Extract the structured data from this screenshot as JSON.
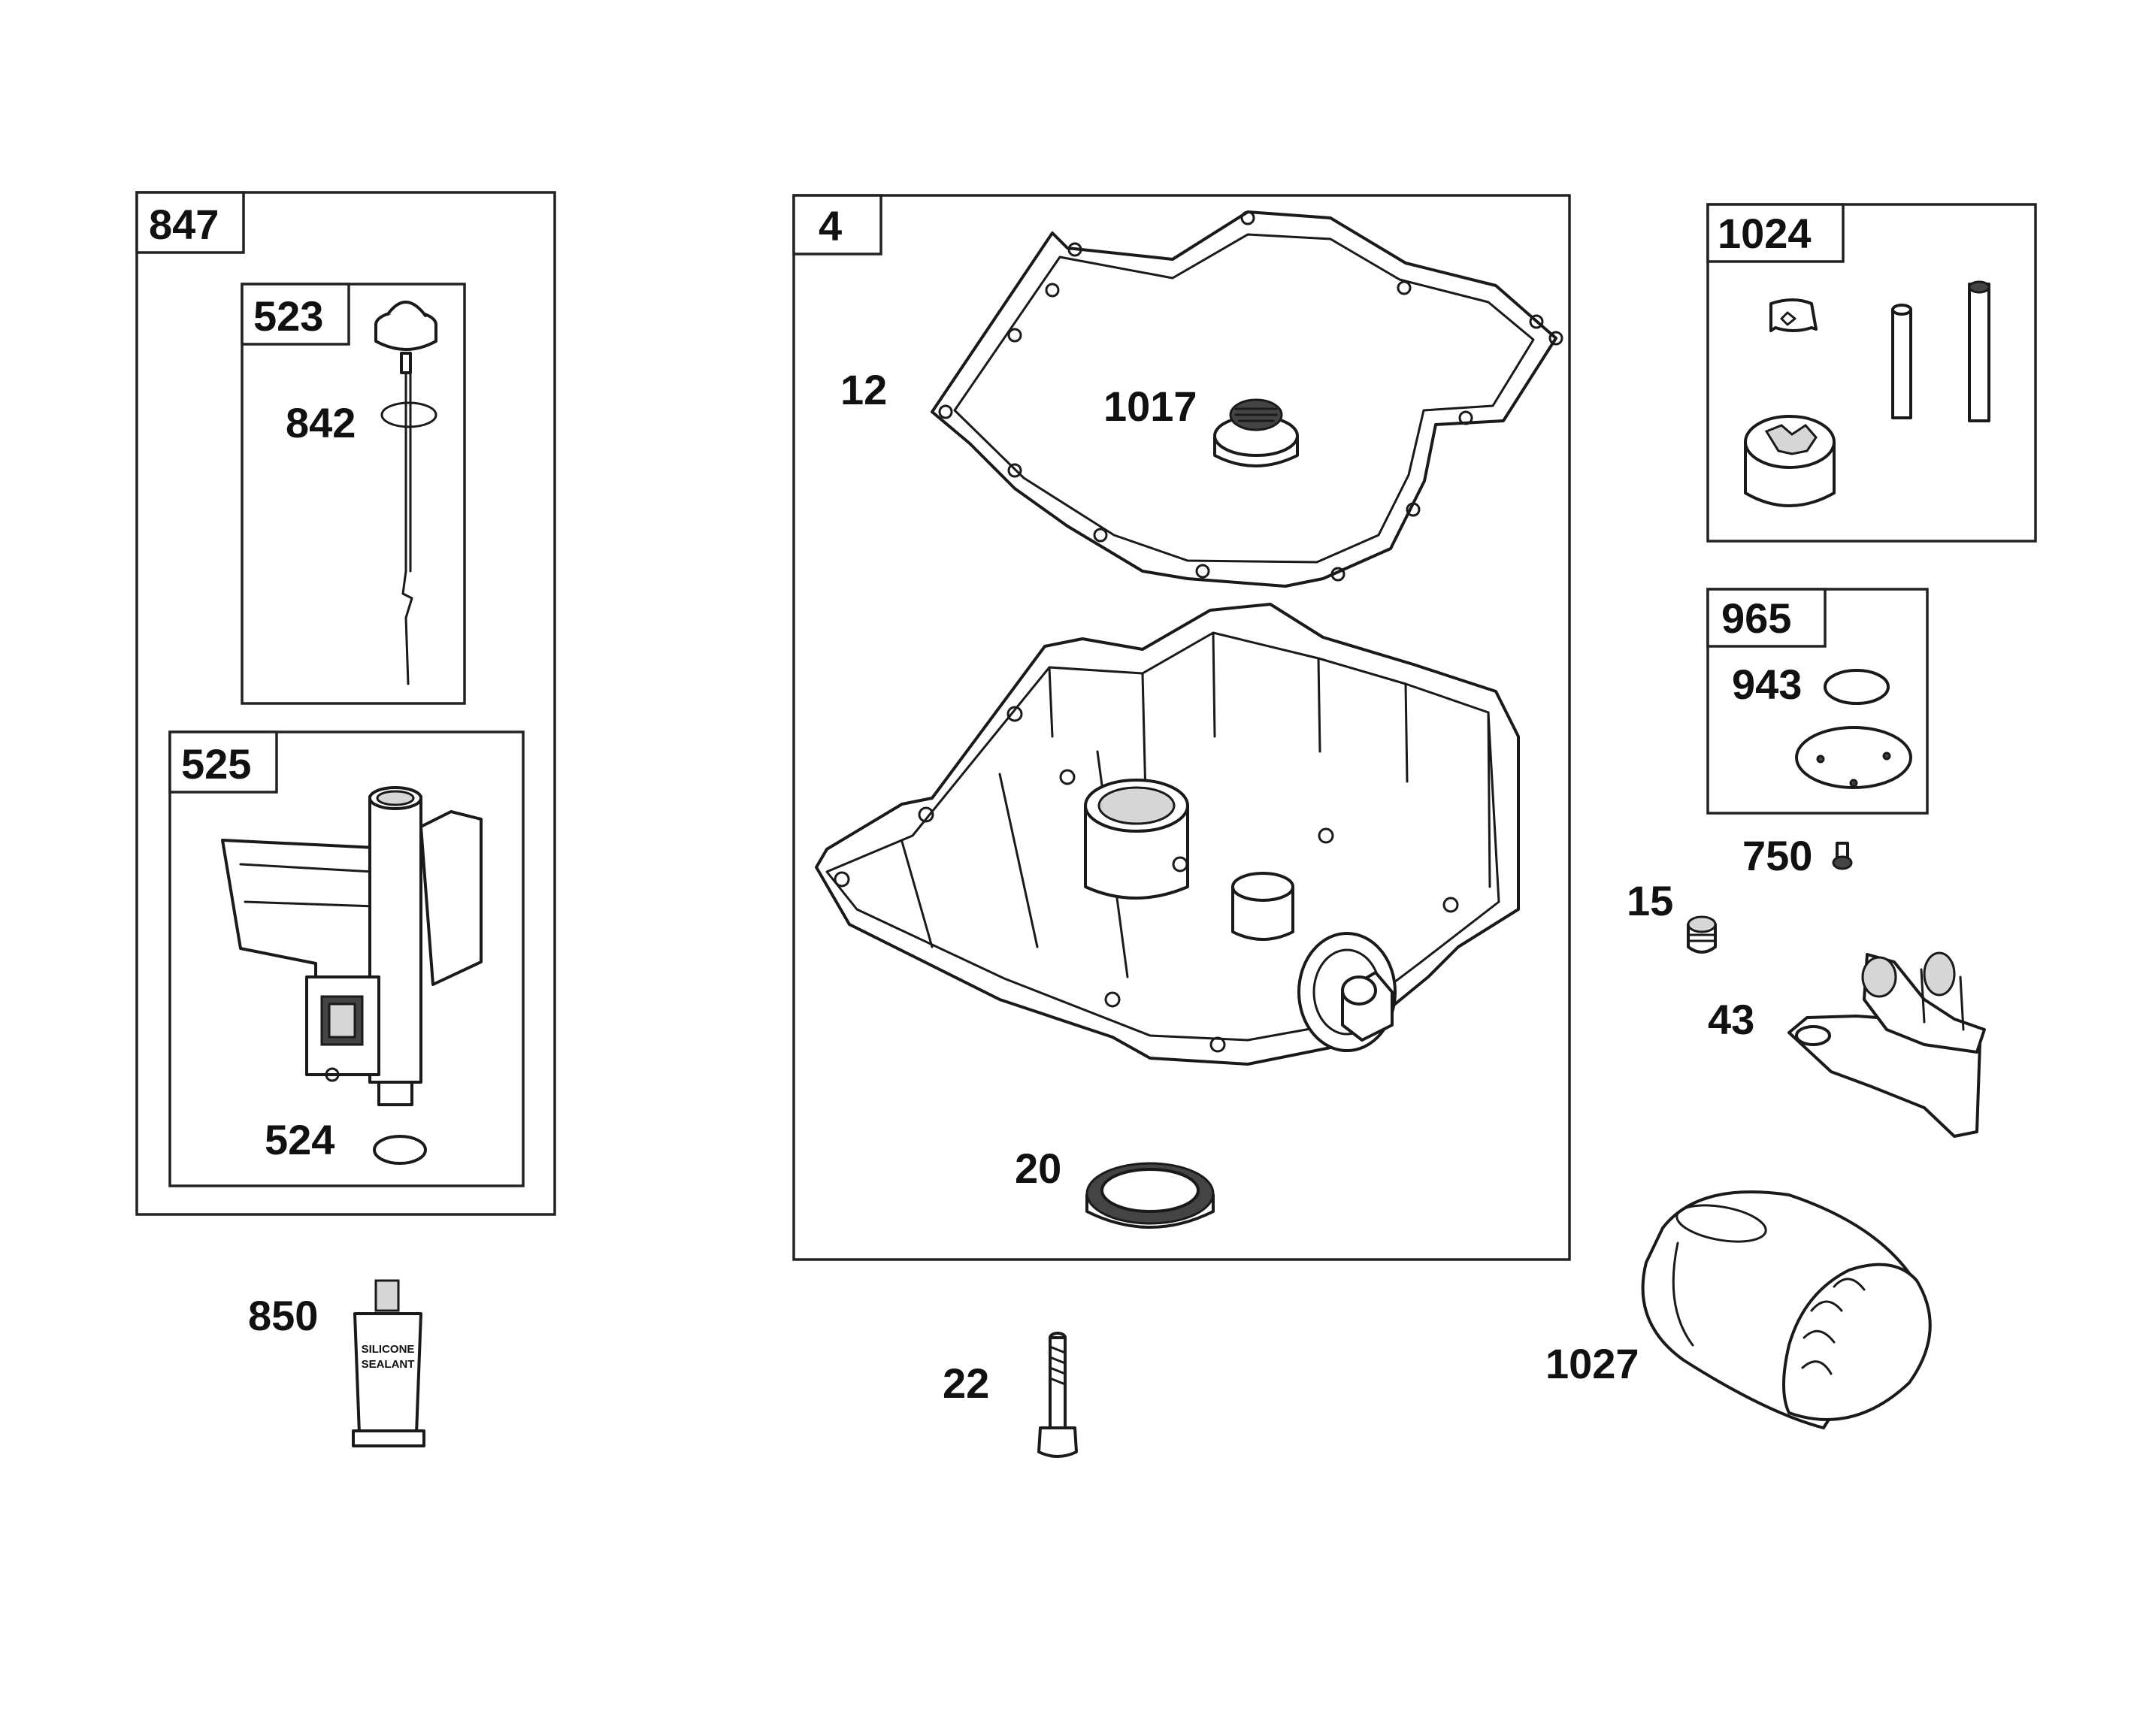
{
  "groups": {
    "g847": "847",
    "g523": "523",
    "g525": "525",
    "g4": "4",
    "g1024": "1024",
    "g965": "965"
  },
  "parts": {
    "p842": "842",
    "p524": "524",
    "p850": "850",
    "p12": "12",
    "p1017": "1017",
    "p20": "20",
    "p22": "22",
    "p943": "943",
    "p750": "750",
    "p15": "15",
    "p43": "43",
    "p1027": "1027"
  },
  "tube_label": {
    "line1": "SILICONE",
    "line2": "SEALANT"
  }
}
